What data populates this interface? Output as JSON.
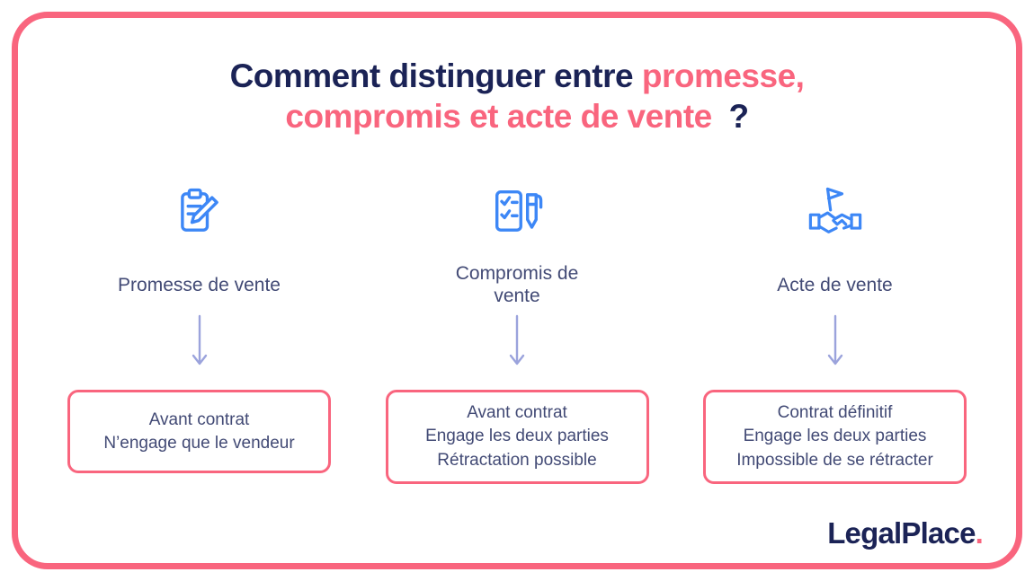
{
  "accent_colors": {
    "pink": "#F9657E",
    "navy": "#1B2356",
    "body_text": "#424A75",
    "arrow": "#9BA3DC",
    "icon_blue": "#3D87F6"
  },
  "title": {
    "line1_navy": "Comment distinguer entre",
    "line1_pink": "promesse,",
    "line2_pink": "compromis et acte de vente",
    "line2_navy": "?"
  },
  "columns": [
    {
      "icon": "clipboard-pencil-icon",
      "label": "Promesse de vente",
      "box_text": "Avant contrat\nN’engage que le vendeur"
    },
    {
      "icon": "checklist-pen-icon",
      "label": "Compromis de vente",
      "box_text": "Avant contrat\nEngage les deux parties\nRétractation possible"
    },
    {
      "icon": "handshake-flag-icon",
      "label": "Acte de vente",
      "box_text": "Contrat définitif\nEngage les deux parties\nImpossible de se rétracter"
    }
  ],
  "logo": {
    "text": "LegalPlace",
    "dot": "."
  }
}
